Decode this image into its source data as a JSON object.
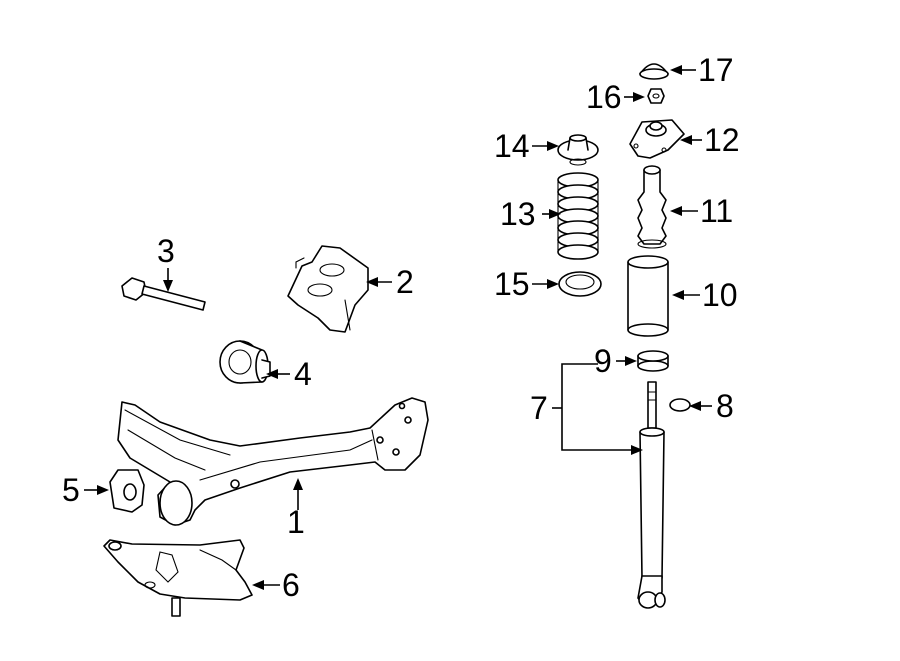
{
  "diagram": {
    "callouts": [
      {
        "id": "1",
        "text": "1"
      },
      {
        "id": "2",
        "text": "2"
      },
      {
        "id": "3",
        "text": "3"
      },
      {
        "id": "4",
        "text": "4"
      },
      {
        "id": "5",
        "text": "5"
      },
      {
        "id": "6",
        "text": "6"
      },
      {
        "id": "7",
        "text": "7"
      },
      {
        "id": "8",
        "text": "8"
      },
      {
        "id": "9",
        "text": "9"
      },
      {
        "id": "10",
        "text": "10"
      },
      {
        "id": "11",
        "text": "11"
      },
      {
        "id": "12",
        "text": "12"
      },
      {
        "id": "13",
        "text": "13"
      },
      {
        "id": "14",
        "text": "14"
      },
      {
        "id": "15",
        "text": "15"
      },
      {
        "id": "16",
        "text": "16"
      },
      {
        "id": "17",
        "text": "17"
      }
    ],
    "colors": {
      "line": "#000000",
      "background": "#ffffff"
    }
  }
}
